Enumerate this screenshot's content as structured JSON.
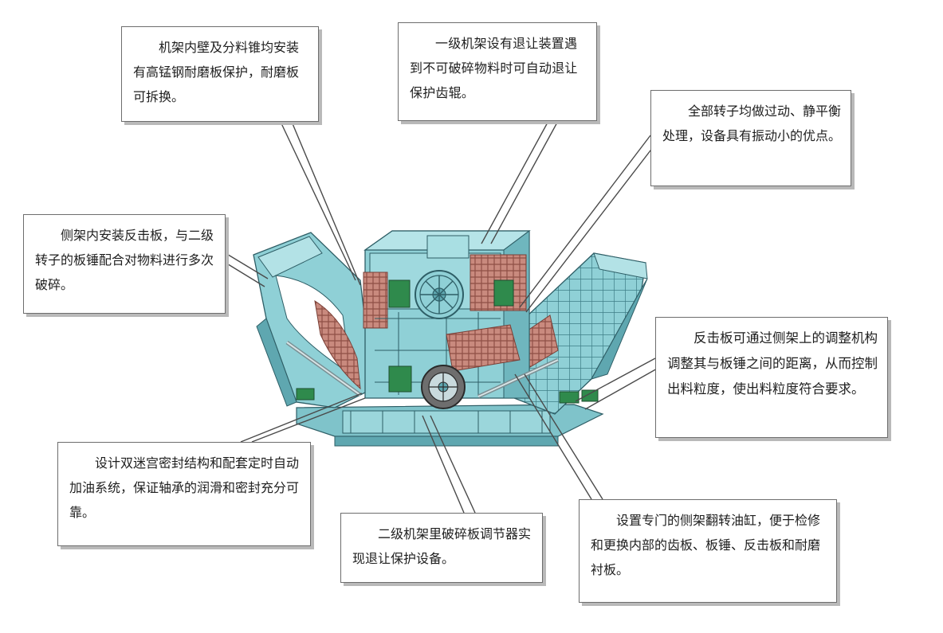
{
  "callouts": [
    {
      "id": "c1",
      "text": "机架内壁及分料锥均安装有高锰钢耐磨板保护，耐磨板可拆换。"
    },
    {
      "id": "c2",
      "text": "一级机架设有退让装置遇到不可破碎物料时可自动退让保护齿辊。"
    },
    {
      "id": "c3",
      "text": "全部转子均做过动、静平衡处理，设备具有振动小的优点。"
    },
    {
      "id": "c4",
      "text": "侧架内安装反击板，与二级转子的板锤配合对物料进行多次破碎。"
    },
    {
      "id": "c5",
      "text": "反击板可通过侧架上的调整机构调整其与板锤之间的距离，从而控制出料粒度，使出料粒度符合要求。"
    },
    {
      "id": "c6",
      "text": "设计双迷宫密封结构和配套定时自动加油系统，保证轴承的润滑和密封充分可靠。"
    },
    {
      "id": "c7",
      "text": "二级机架里破碎板调节器实现退让保护设备。"
    },
    {
      "id": "c8",
      "text": "设置专门的侧架翻转油缸，便于检修和更换内部的齿板、板锤、反击板和耐磨衬板。"
    }
  ],
  "colors": {
    "machine_body": "#8fd0d6",
    "machine_shadow": "#5fa7b0",
    "machine_edge": "#2e5e66",
    "liner_plates": "#c9877a",
    "leader_line": "#4a4a4a",
    "callout_border": "#6d6d6d",
    "callout_shadow": "#b9b9b9"
  }
}
